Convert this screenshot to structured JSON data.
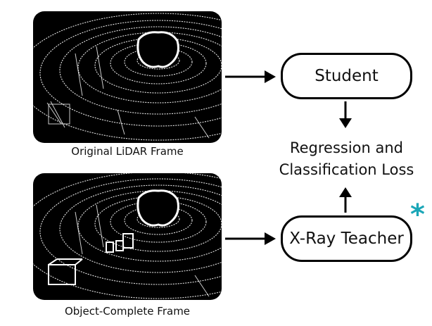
{
  "frames": [
    {
      "caption": "Original LiDAR Frame"
    },
    {
      "caption": "Object-Complete Frame"
    }
  ],
  "student_label": "Student",
  "teacher_label": "X-Ray Teacher",
  "loss_line1": "Regression and",
  "loss_line2": "Classification Loss",
  "star_symbol": "*",
  "colors": {
    "star": "#1aa6b7",
    "frame_bg": "#000000",
    "points": "#ffffff"
  }
}
